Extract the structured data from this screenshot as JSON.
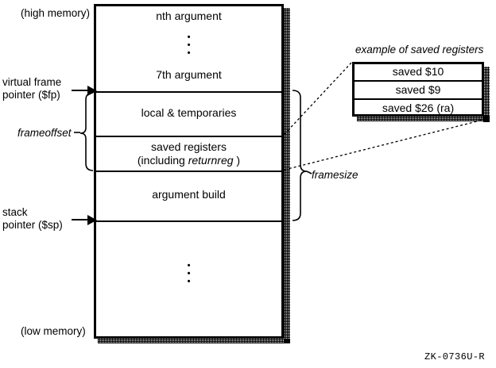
{
  "figure": {
    "id_label": "ZK-0736U-R",
    "memory_top_label": "(high memory)",
    "memory_bottom_label": "(low memory)"
  },
  "stack_frame": {
    "regions": [
      {
        "name": "arguments",
        "label": "nth argument",
        "label2": "7th argument",
        "has_vertical_dots": true
      },
      {
        "name": "local-temporaries",
        "label": "local & temporaries"
      },
      {
        "name": "saved-registers",
        "label": "saved registers",
        "label2": "(including ",
        "label2_italic": "returnreg",
        "label2_tail": " )"
      },
      {
        "name": "argument-build",
        "label": "argument build"
      },
      {
        "name": "unused-low",
        "label": "",
        "has_vertical_dots": true
      }
    ]
  },
  "pointers": [
    {
      "name": "virtual-frame-pointer",
      "line1": "virtual frame",
      "line2": "pointer ($fp)"
    },
    {
      "name": "stack-pointer",
      "line1": "stack",
      "line2": "pointer ($sp)"
    }
  ],
  "braces": [
    {
      "name": "frameoffset",
      "label": "frameoffset"
    },
    {
      "name": "framesize",
      "label": "framesize"
    }
  ],
  "inset": {
    "caption": "example of saved registers",
    "rows": [
      {
        "label": "saved $10"
      },
      {
        "label": "saved $9"
      },
      {
        "label": "saved $26 (ra)"
      }
    ]
  },
  "colors": {
    "stroke": "#000000",
    "background": "#ffffff"
  }
}
